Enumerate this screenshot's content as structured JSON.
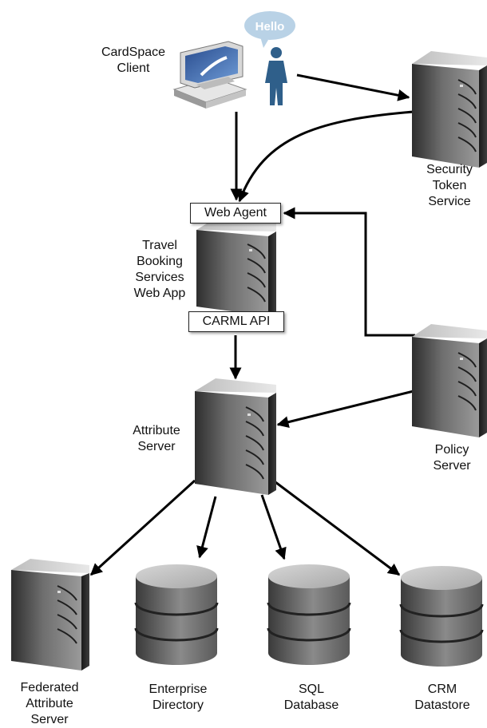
{
  "bubble": {
    "text": "Hello"
  },
  "labels": {
    "cardspace_client": "CardSpace\nClient",
    "security_token_service": "Security\nToken\nService",
    "web_agent": "Web Agent",
    "travel_booking": "Travel\nBooking\nServices\nWeb App",
    "carml_api": "CARML API",
    "attribute_server": "Attribute\nServer",
    "policy_server": "Policy\nServer",
    "federated_attribute_server": "Federated\nAttribute\nServer",
    "enterprise_directory": "Enterprise\nDirectory",
    "sql_database": "SQL\nDatabase",
    "crm_datastore": "CRM\nDatastore"
  },
  "colors": {
    "server_dark": "#3a3a3a",
    "server_light": "#8a8a8a",
    "person": "#2f5f8a",
    "bubble": "#b9d2e6",
    "arrow": "#000000"
  }
}
